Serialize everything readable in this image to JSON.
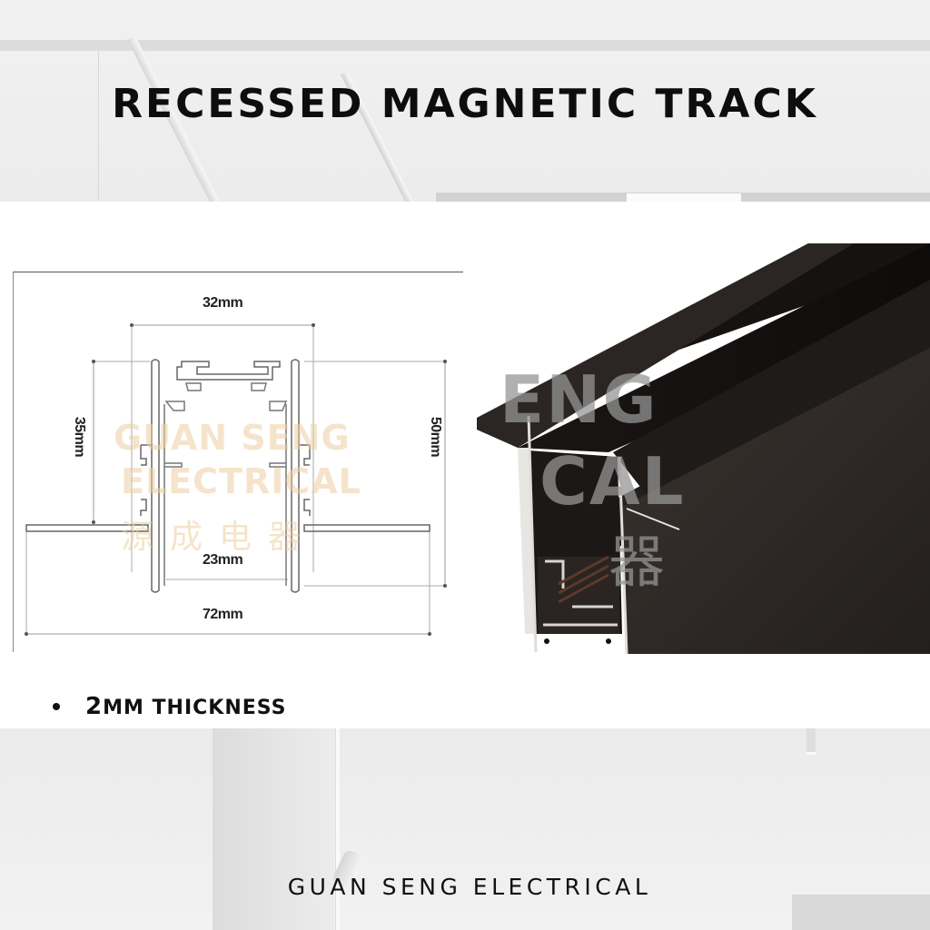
{
  "header": {
    "title": "RECESSED MAGNETIC TRACK"
  },
  "diagram": {
    "dimensions": {
      "top_width": "32mm",
      "inner_width": "23mm",
      "overall_width": "72mm",
      "left_height": "35mm",
      "right_height": "50mm"
    },
    "watermark": {
      "line1": "GUAN SENG",
      "line2": "ELECTRICAL",
      "line3": "源成电器"
    }
  },
  "photo": {
    "watermark": {
      "line1": "ENG",
      "line2": "CAL",
      "line3": "器"
    }
  },
  "features": [
    {
      "prefix": "2",
      "text": "MM THICKNESS"
    }
  ],
  "footer": {
    "brand": "GUAN SENG ELECTRICAL"
  },
  "colors": {
    "title_text": "#0d0d0d",
    "track_body": "#2a2522",
    "watermark_diagram": "#ecd0a0",
    "watermark_photo": "#969696"
  }
}
